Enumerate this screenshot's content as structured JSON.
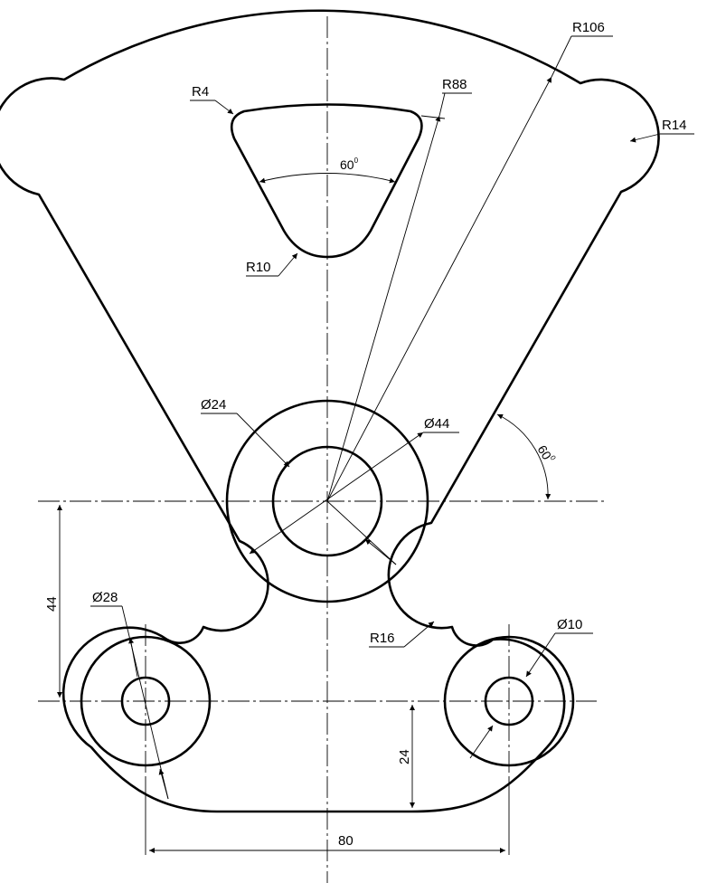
{
  "dimensions": {
    "r106": "R106",
    "r88": "R88",
    "r4": "R4",
    "r14": "R14",
    "r10": "R10",
    "r16": "R16",
    "angle_slot": "60",
    "angle_side": "60",
    "degree_mark": "0",
    "dia24": "Ø24",
    "dia44": "Ø44",
    "dia28": "Ø28",
    "dia10": "Ø10",
    "dist44": "44",
    "dist24": "24",
    "dist80": "80"
  }
}
